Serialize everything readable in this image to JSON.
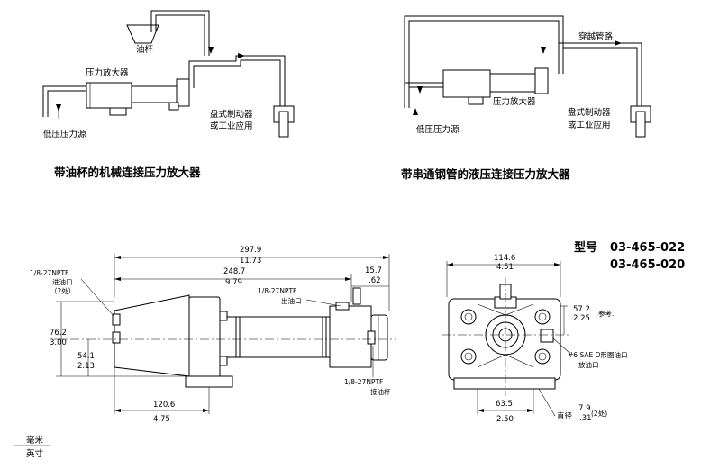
{
  "top_left": {
    "oil_cup": "油杯",
    "amplifier": "压力放大器",
    "low_pressure_source": "低压压力源",
    "disc_brake_line1": "盘式制动器",
    "disc_brake_line2": "或工业应用",
    "caption": "带油杯的机械连接压力放大器"
  },
  "top_right": {
    "crossover_pipe": "穿越管路",
    "amplifier": "压力放大器",
    "low_pressure_source": "低压压力源",
    "disc_brake_line1": "盘式制动器",
    "disc_brake_line2": "或工业应用",
    "caption": "带串通钢管的液压连接压力放大器"
  },
  "model": {
    "label": "型号",
    "number1": "03-465-022",
    "number2": "03-465-020"
  },
  "side_view": {
    "overall_mm": "297.9",
    "overall_in": "11.73",
    "length_mm": "248.7",
    "length_in": "9.79",
    "offset_mm": "15.7",
    "offset_in": ".62",
    "height_mm": "76.2",
    "height_in": "3.00",
    "center_mm": "54.1",
    "center_in": "2.13",
    "base_mm": "120.6",
    "base_in": "4.75",
    "inlet_port_1": "1/8-27NPTF",
    "inlet_port_2": "进油口",
    "inlet_port_3": "（2处）",
    "outlet_port_1": "1/8-27NPTF",
    "outlet_port_2": "出油口",
    "cup_port_1": "1/8-27NPTF",
    "cup_port_2": "接油杯"
  },
  "end_view": {
    "width_mm": "114.6",
    "width_in": "4.51",
    "ref_mm": "57.2",
    "ref_in": "2.25",
    "ref_label": "参考.",
    "bolt_mm": "63.5",
    "bolt_in": "2.50",
    "dia_label": "直径",
    "dia_mm": "7.9",
    "dia_in": ".31",
    "dia_count": "(2处)",
    "bleed_1": "#6 SAE O形圈油口",
    "bleed_2": "放油口"
  },
  "units": {
    "metric": "毫米",
    "imperial": "英寸"
  }
}
